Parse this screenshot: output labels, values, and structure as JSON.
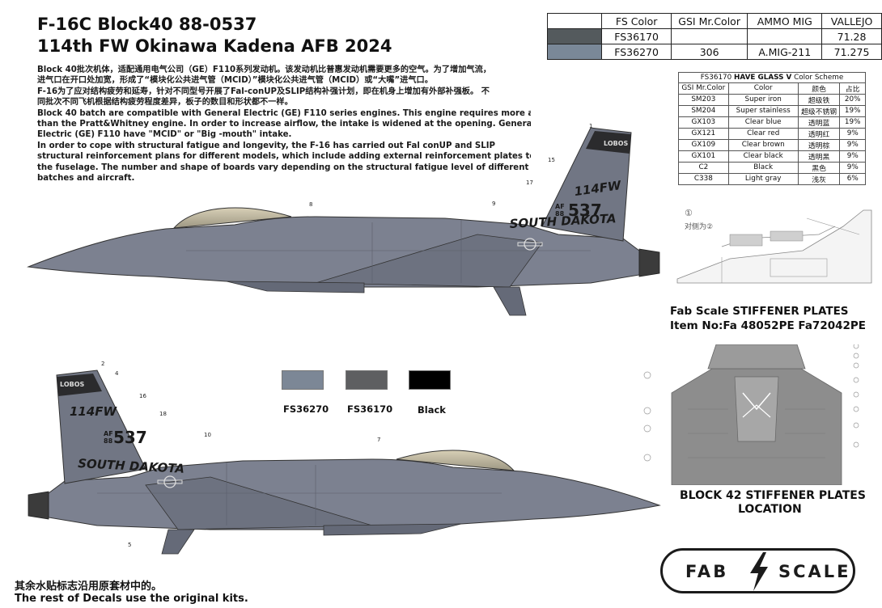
{
  "header": {
    "title_line1": "F-16C Block40 88-0537",
    "title_line2": "114th FW Okinawa Kadena AFB 2024"
  },
  "description": [
    "Block 40批次机体，适配通用电气公司（GE）F110系列发动机。该发动机比普惠发动机需要更多的空气。为了增加气流，",
    "进气口在开口处加宽，形成了“模块化公共进气管（MCID）”模块化公共进气管（MCID）或“大嘴”进气口。",
    "F-16为了应对结构疲劳和延寿，针对不同型号开展了Fal-conUP及SLIP结构补强计划，即在机身上增加有外部补强板。 不",
    "同批次不同飞机根据结构疲劳程度差异，板子的数目和形状都不一样。",
    "Block 40 batch are compatible with General Electric (GE) F110 series engines. This engine requires more air",
    "than the Pratt&Whitney engine. In order to increase airflow, the intake is widened at the opening. General",
    "Electric (GE) F110 have \"MCID\" or \"Big -mouth\" intake.",
    "In order to cope with structural fatigue and longevity, the F-16 has carried out Fal conUP and SLIP",
    "structural reinforcement plans for different models, which include adding external reinforcement plates to",
    "the fuselage. The number and shape of boards vary depending on the structural fatigue level of different",
    "batches and aircraft."
  ],
  "color_table": {
    "headers": [
      "",
      "FS Color",
      "GSI Mr.Color",
      "AMMO MIG",
      "VALLEJO"
    ],
    "rows": [
      {
        "swatch": "#545a5d",
        "fs": "FS36170",
        "gsi": "",
        "ammo": "",
        "vallejo": "71.28"
      },
      {
        "swatch": "#7a8898",
        "fs": "FS36270",
        "gsi": "306",
        "ammo": "A.MIG-211",
        "vallejo": "71.275"
      }
    ]
  },
  "scheme_table": {
    "title_pre": "FS36170",
    "title_bold": "HAVE GLASS V",
    "title_post": "Color Scheme",
    "headers": [
      "GSI Mr.Color",
      "Color",
      "颜色",
      "占比"
    ],
    "rows": [
      [
        "SM203",
        "Super iron",
        "超级铁",
        "20%"
      ],
      [
        "SM204",
        "Super stainless",
        "超级不锈钢",
        "19%"
      ],
      [
        "GX103",
        "Clear blue",
        "透明蓝",
        "19%"
      ],
      [
        "GX121",
        "Clear red",
        "透明红",
        "9%"
      ],
      [
        "GX109",
        "Clear brown",
        "透明棕",
        "9%"
      ],
      [
        "GX101",
        "Clear black",
        "透明黑",
        "9%"
      ],
      [
        "C2",
        "Black",
        "黑色",
        "9%"
      ],
      [
        "C338",
        "Light gray",
        "浅灰",
        "6%"
      ]
    ]
  },
  "swatches": [
    {
      "label": "FS36270",
      "color": "#7c8796"
    },
    {
      "label": "FS36170",
      "color": "#5e5f61"
    },
    {
      "label": "Black",
      "color": "#000000"
    }
  ],
  "aircraft_markings": {
    "tail_code": "114FW",
    "tail_af": "AF",
    "tail_year": "88",
    "tail_serial": "537",
    "tail_band": "LOBOS",
    "state": "SOUTH DAKOTA"
  },
  "callouts_top": [
    "1",
    "15",
    "17",
    "8",
    "9"
  ],
  "callouts_bottom": [
    "2",
    "4",
    "16",
    "18",
    "10",
    "7",
    "5"
  ],
  "detail_labels": {
    "circle": "①",
    "pair": "对侧为②"
  },
  "fab": {
    "line1": "Fab Scale  STIFFENER PLATES",
    "line2": "Item No:Fa 48052PE   Fa72042PE",
    "block_line1": "BLOCK 42 STIFFENER PLATES",
    "block_line2": "LOCATION"
  },
  "footer": {
    "cn": "其余水贴标志沿用原套材中的。",
    "en": "The rest of Decals use the  original kits."
  },
  "logo": {
    "left": "FAB",
    "right": "SCALE"
  }
}
